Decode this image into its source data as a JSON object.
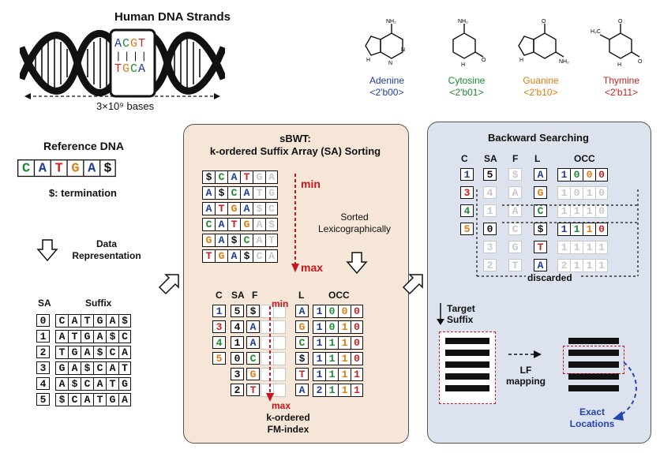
{
  "colors": {
    "A": "#1f3e99",
    "C": "#1e8a2e",
    "G": "#e07b12",
    "T": "#cc1f1f",
    "$": "#111111",
    "red": "#c4161c",
    "blue": "#2444b0",
    "panelMid": "#f6e6d8",
    "panelRight": "#dde3ee"
  },
  "top": {
    "title": "Human DNA Strands",
    "helix_top": "ACGT",
    "helix_mid": "||||",
    "helix_bot": "TGCA",
    "bases_count": "3×10⁹ bases",
    "bases": [
      {
        "name": "Adenine",
        "code": "<2'b00>",
        "nh": "NH₂",
        "key": "A"
      },
      {
        "name": "Cytosine",
        "code": "<2'b01>",
        "nh": "NH₂",
        "key": "C"
      },
      {
        "name": "Guanine",
        "code": "<2'b10>",
        "nh": "NH₂",
        "key": "G"
      },
      {
        "name": "Thymine",
        "code": "<2'b11>",
        "nh": "",
        "key": "T"
      }
    ]
  },
  "left": {
    "ref_title": "Reference DNA",
    "ref_seq": [
      "C",
      "A",
      "T",
      "G",
      "A",
      "$"
    ],
    "termination": "$: termination",
    "data_rep": "Data\nRepresentation",
    "sa_header": "SA",
    "suffix_header": "Suffix",
    "rows": [
      {
        "sa": "0",
        "suffix": "CATGA$"
      },
      {
        "sa": "1",
        "suffix": "ATGA$C"
      },
      {
        "sa": "2",
        "suffix": "TGA$CA"
      },
      {
        "sa": "3",
        "suffix": "GA$CAT"
      },
      {
        "sa": "4",
        "suffix": "A$CATG"
      },
      {
        "sa": "5",
        "suffix": "$CATGA"
      }
    ]
  },
  "middle": {
    "title1": "sBWT:",
    "title2": "k-ordered Suffix Array (SA) Sorting",
    "sorted_rows": [
      "$CATGA",
      "A$CATG",
      "ATGA$C",
      "CATGA$",
      "GA$CAT",
      "TGA$CA"
    ],
    "min": "min",
    "max": "max",
    "sorted_label": "Sorted\nLexicographically",
    "headers": {
      "c": "C",
      "sa": "SA",
      "f": "F",
      "l": "L",
      "occ": "OCC"
    },
    "fm_rows": [
      {
        "c": "1",
        "sa": "5",
        "f": "$",
        "l": "A",
        "occ": [
          "1",
          "0",
          "0",
          "0"
        ]
      },
      {
        "c": "3",
        "sa": "4",
        "f": "A",
        "l": "G",
        "occ": [
          "1",
          "0",
          "1",
          "0"
        ]
      },
      {
        "c": "4",
        "sa": "1",
        "f": "A",
        "l": "C",
        "occ": [
          "1",
          "1",
          "1",
          "0"
        ]
      },
      {
        "c": "5",
        "sa": "0",
        "f": "C",
        "l": "$",
        "occ": [
          "1",
          "1",
          "1",
          "0"
        ]
      },
      {
        "c": "",
        "sa": "3",
        "f": "G",
        "l": "T",
        "occ": [
          "1",
          "1",
          "1",
          "1"
        ]
      },
      {
        "c": "",
        "sa": "2",
        "f": "T",
        "l": "A",
        "occ": [
          "2",
          "1",
          "1",
          "1"
        ]
      }
    ],
    "fm_title1": "k-ordered",
    "fm_title2": "FM-index",
    "fm_min": "min",
    "fm_max": "max"
  },
  "right": {
    "title": "Backward Searching",
    "headers": {
      "c": "C",
      "sa": "SA",
      "f": "F",
      "l": "L",
      "occ": "OCC"
    },
    "c_col": [
      "1",
      "3",
      "4",
      "5"
    ],
    "rows": [
      {
        "sa": "5",
        "f": "$",
        "l": "A",
        "occ": [
          "1",
          "0",
          "0",
          "0"
        ],
        "faded": false
      },
      {
        "sa": "4",
        "f": "A",
        "l": "G",
        "occ": [
          "1",
          "0",
          "1",
          "0"
        ],
        "faded": true
      },
      {
        "sa": "1",
        "f": "A",
        "l": "C",
        "occ": [
          "1",
          "1",
          "1",
          "0"
        ],
        "faded": true
      },
      {
        "sa": "0",
        "f": "C",
        "l": "$",
        "occ": [
          "1",
          "1",
          "1",
          "0"
        ],
        "faded": false
      },
      {
        "sa": "3",
        "f": "G",
        "l": "T",
        "occ": [
          "1",
          "1",
          "1",
          "1"
        ],
        "faded": true
      },
      {
        "sa": "2",
        "f": "T",
        "l": "A",
        "occ": [
          "2",
          "1",
          "1",
          "1"
        ],
        "faded": true
      }
    ],
    "discarded": "discarded",
    "target_suffix": "Target\nSuffix",
    "lf_mapping": "LF\nmapping",
    "exact_locations": "Exact\nLocations"
  }
}
